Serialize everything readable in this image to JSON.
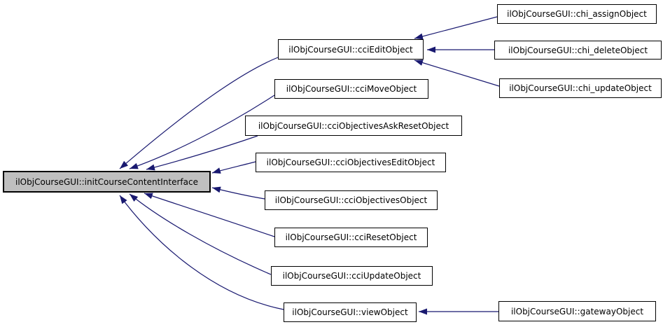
{
  "diagram": {
    "kind": "caller-graph",
    "colors": {
      "edge": "#191970",
      "node_border": "#000000",
      "node_fill": "#ffffff",
      "highlight_fill": "#bfbfbf",
      "text": "#000000",
      "background": "#ffffff"
    },
    "nodes": {
      "main": {
        "label": "ilObjCourseGUI::initCourseContentInterface",
        "highlighted": true
      },
      "cci_edit": {
        "label": "ilObjCourseGUI::cciEditObject"
      },
      "cci_move": {
        "label": "ilObjCourseGUI::cciMoveObject"
      },
      "cci_ask_reset": {
        "label": "ilObjCourseGUI::cciObjectivesAskResetObject"
      },
      "cci_obj_edit": {
        "label": "ilObjCourseGUI::cciObjectivesEditObject"
      },
      "cci_objectives": {
        "label": "ilObjCourseGUI::cciObjectivesObject"
      },
      "cci_reset": {
        "label": "ilObjCourseGUI::cciResetObject"
      },
      "cci_update": {
        "label": "ilObjCourseGUI::cciUpdateObject"
      },
      "view": {
        "label": "ilObjCourseGUI::viewObject"
      },
      "chi_assign": {
        "label": "ilObjCourseGUI::chi_assignObject"
      },
      "chi_delete": {
        "label": "ilObjCourseGUI::chi_deleteObject"
      },
      "chi_update": {
        "label": "ilObjCourseGUI::chi_updateObject"
      },
      "gateway": {
        "label": "ilObjCourseGUI::gatewayObject"
      }
    },
    "edges": [
      {
        "from": "cci_edit",
        "to": "main"
      },
      {
        "from": "cci_move",
        "to": "main"
      },
      {
        "from": "cci_ask_reset",
        "to": "main"
      },
      {
        "from": "cci_obj_edit",
        "to": "main"
      },
      {
        "from": "cci_objectives",
        "to": "main"
      },
      {
        "from": "cci_reset",
        "to": "main"
      },
      {
        "from": "cci_update",
        "to": "main"
      },
      {
        "from": "view",
        "to": "main"
      },
      {
        "from": "chi_assign",
        "to": "cci_edit"
      },
      {
        "from": "chi_delete",
        "to": "cci_edit"
      },
      {
        "from": "chi_update",
        "to": "cci_edit"
      },
      {
        "from": "gateway",
        "to": "view"
      }
    ]
  }
}
